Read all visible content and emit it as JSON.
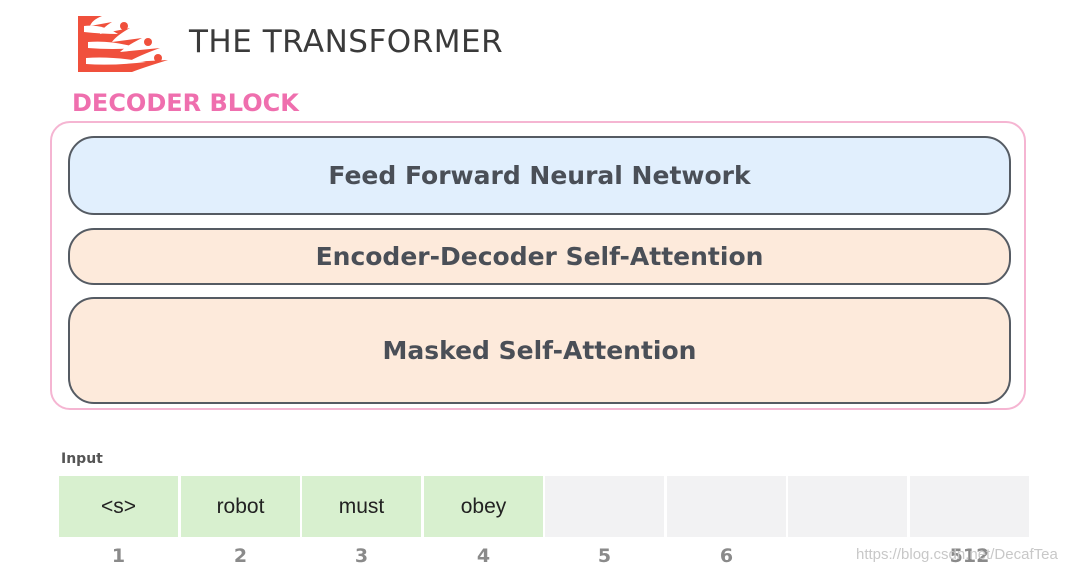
{
  "header": {
    "title": "THE TRANSFORMER",
    "logo_icon": "flame-logo-icon",
    "logo_color": "#f0503c"
  },
  "decoder": {
    "label": "DECODER BLOCK",
    "label_color": "#ef6fae",
    "frame_color": "#f5b5d2",
    "layers": [
      {
        "label": "Feed Forward Neural Network",
        "fill": "#e1effd"
      },
      {
        "label": "Encoder-Decoder Self-Attention",
        "fill": "#fdeadb"
      },
      {
        "label": "Masked Self-Attention",
        "fill": "#fdeadb"
      }
    ]
  },
  "input": {
    "label": "Input",
    "tokens": [
      "<s>",
      "robot",
      "must",
      "obey",
      "",
      "",
      "",
      ""
    ],
    "positions": [
      "1",
      "2",
      "3",
      "4",
      "5",
      "6",
      "",
      "512"
    ],
    "filled_color": "#d8f0cf",
    "empty_color": "#f2f2f3"
  },
  "watermark": "https://blog.csdn.net/DecafTea"
}
